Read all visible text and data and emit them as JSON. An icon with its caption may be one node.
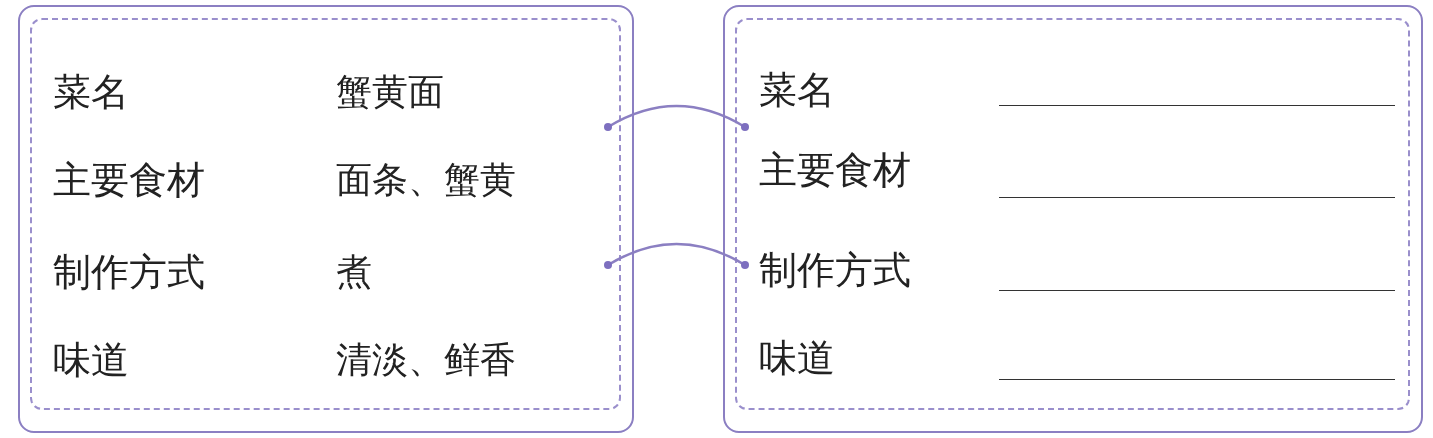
{
  "diagram": {
    "nodes": [
      {
        "text": [
          "菜名",
          "蟹黄面",
          "主要食材",
          "面条、蟹黄",
          "制作方式",
          "煮",
          "味道",
          "清淡、鲜香"
        ]
      },
      {
        "text": [
          "菜名",
          "主要食材",
          "制作方式",
          "味道"
        ]
      }
    ],
    "edges": [
      {
        "from": 0,
        "to": 1,
        "arrow": "other"
      },
      {
        "from": 0,
        "to": 1,
        "arrow": "other"
      }
    ]
  }
}
